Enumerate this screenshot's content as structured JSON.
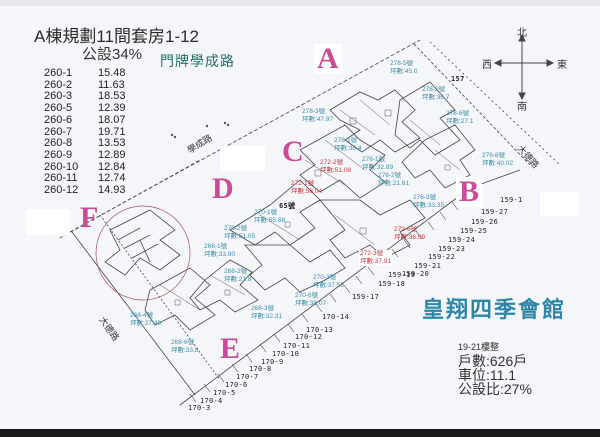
{
  "header": {
    "title": "A棟規劃11間套房1-12",
    "subtitle": "公設34%"
  },
  "unit_table": [
    {
      "id": "260-1",
      "area": "15.48"
    },
    {
      "id": "260-2",
      "area": "11.63"
    },
    {
      "id": "260-3",
      "area": "18.53"
    },
    {
      "id": "260-5",
      "area": "12.39"
    },
    {
      "id": "260-6",
      "area": "18.07"
    },
    {
      "id": "260-7",
      "area": "19.71"
    },
    {
      "id": "260-8",
      "area": "13.53"
    },
    {
      "id": "260-9",
      "area": "12.89"
    },
    {
      "id": "260-10",
      "area": "12.84"
    },
    {
      "id": "260-11",
      "area": "12.74"
    },
    {
      "id": "260-12",
      "area": "14.93"
    }
  ],
  "roads": {
    "top_banner": "門牌學成路",
    "left_diagonal": "學成路",
    "left_bottom": "大德路",
    "right_diagonal": "大德路",
    "right_label_partial": "大德路"
  },
  "compass": {
    "north": "北",
    "south": "南",
    "east": "東",
    "west": "西"
  },
  "block_letters": {
    "A": "A",
    "B": "B",
    "C": "C",
    "D": "D",
    "E": "E",
    "F": "F"
  },
  "unit_labels": [
    {
      "num": "278-5號",
      "area": "坪數:45.0",
      "color": "teal"
    },
    {
      "num": "278-2號",
      "area": "坪數:36.7",
      "color": "teal"
    },
    {
      "num": "278-6號",
      "area": "坪數:27.1",
      "color": "teal"
    },
    {
      "num": "278-3號",
      "area": "坪數:47.97",
      "color": "teal"
    },
    {
      "num": "278-1號",
      "area": "坪數:36.4",
      "color": "teal"
    },
    {
      "num": "276-1號",
      "area": "坪數:32.89",
      "color": "teal"
    },
    {
      "num": "276-2號",
      "area": "坪數:21.61",
      "color": "teal"
    },
    {
      "num": "276-8號",
      "area": "坪數:40.02",
      "color": "teal"
    },
    {
      "num": "276-3號",
      "area": "坪數:33.35",
      "color": "teal"
    },
    {
      "num": "272-2號",
      "area": "坪數:51.08",
      "color": "red"
    },
    {
      "num": "272-1號",
      "area": "坪數:56.04",
      "color": "red"
    },
    {
      "num": "272-6號",
      "area": "坪數:36.09",
      "color": "red"
    },
    {
      "num": "272-3號",
      "area": "坪數:37.91",
      "color": "red"
    },
    {
      "num": "270-1號",
      "area": "坪數:55.88",
      "color": "teal"
    },
    {
      "num": "270-2號",
      "area": "坪數:51.05",
      "color": "teal"
    },
    {
      "num": "270-3號",
      "area": "坪數:37.58",
      "color": "teal"
    },
    {
      "num": "270-6號",
      "area": "坪數:38.07",
      "color": "teal"
    },
    {
      "num": "268-1號",
      "area": "坪數:33.90",
      "color": "teal"
    },
    {
      "num": "268-2號",
      "area": "坪數:21.8",
      "color": "teal"
    },
    {
      "num": "268-3號",
      "area": "坪數:32.31",
      "color": "teal"
    },
    {
      "num": "268-4號",
      "area": "坪數:27.49",
      "color": "teal"
    },
    {
      "num": "268-6號",
      "area": "坪數:33.8",
      "color": "teal"
    }
  ],
  "misc_numbers": {
    "n157": "157",
    "n65": "65號"
  },
  "lot_numbers_b": [
    "159-1",
    "159-27",
    "159-26",
    "159-25",
    "159-24",
    "159-23",
    "159-22",
    "159-21",
    "159-20",
    "159-19",
    "159-18",
    "159-17"
  ],
  "lot_numbers_e": [
    "170-14",
    "170-13",
    "170-12",
    "170-11",
    "170-10",
    "170-9",
    "170-8",
    "170-7",
    "170-6",
    "170-5",
    "170-4",
    "170-3"
  ],
  "project": {
    "name": "皇翔四季會館",
    "floors": "19-21樓整",
    "households": "戶數:626戶",
    "parking": "車位:11.1",
    "common_ratio": "公設比:27%"
  },
  "colors": {
    "letter": "#cc4a97",
    "teal_label": "#3a8fa8",
    "red_label": "#c0393f",
    "brand": "#2d86a6"
  }
}
